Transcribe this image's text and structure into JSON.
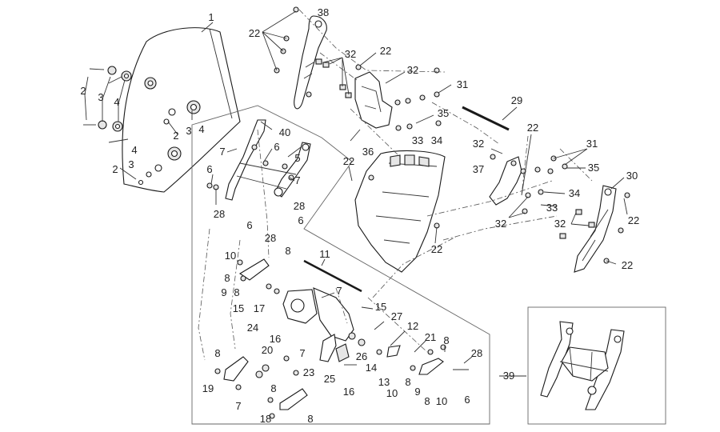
{
  "callouts": [
    {
      "id": "c1",
      "text": "1"
    },
    {
      "id": "c2",
      "text": "2"
    },
    {
      "id": "c3",
      "text": "3"
    },
    {
      "id": "c4",
      "text": "4"
    },
    {
      "id": "c5",
      "text": "5"
    },
    {
      "id": "c6",
      "text": "6"
    },
    {
      "id": "c7",
      "text": "7"
    },
    {
      "id": "c8",
      "text": "8"
    },
    {
      "id": "c9",
      "text": "9"
    },
    {
      "id": "c10",
      "text": "10"
    },
    {
      "id": "c11",
      "text": "11"
    },
    {
      "id": "c12",
      "text": "12"
    },
    {
      "id": "c13",
      "text": "13"
    },
    {
      "id": "c14",
      "text": "14"
    },
    {
      "id": "c15",
      "text": "15"
    },
    {
      "id": "c16",
      "text": "16"
    },
    {
      "id": "c17",
      "text": "17"
    },
    {
      "id": "c18",
      "text": "18"
    },
    {
      "id": "c19",
      "text": "19"
    },
    {
      "id": "c20",
      "text": "20"
    },
    {
      "id": "c21",
      "text": "21"
    },
    {
      "id": "c22",
      "text": "22"
    },
    {
      "id": "c23",
      "text": "23"
    },
    {
      "id": "c24",
      "text": "24"
    },
    {
      "id": "c25",
      "text": "25"
    },
    {
      "id": "c26",
      "text": "26"
    },
    {
      "id": "c27",
      "text": "27"
    },
    {
      "id": "c28",
      "text": "28"
    },
    {
      "id": "c29",
      "text": "29"
    },
    {
      "id": "c30",
      "text": "30"
    },
    {
      "id": "c31",
      "text": "31"
    },
    {
      "id": "c32",
      "text": "32"
    },
    {
      "id": "c33",
      "text": "33"
    },
    {
      "id": "c34",
      "text": "34"
    },
    {
      "id": "c35",
      "text": "35"
    },
    {
      "id": "c36",
      "text": "36"
    },
    {
      "id": "c37",
      "text": "37"
    },
    {
      "id": "c38",
      "text": "38"
    },
    {
      "id": "c39",
      "text": "39"
    },
    {
      "id": "c40",
      "text": "40"
    }
  ]
}
